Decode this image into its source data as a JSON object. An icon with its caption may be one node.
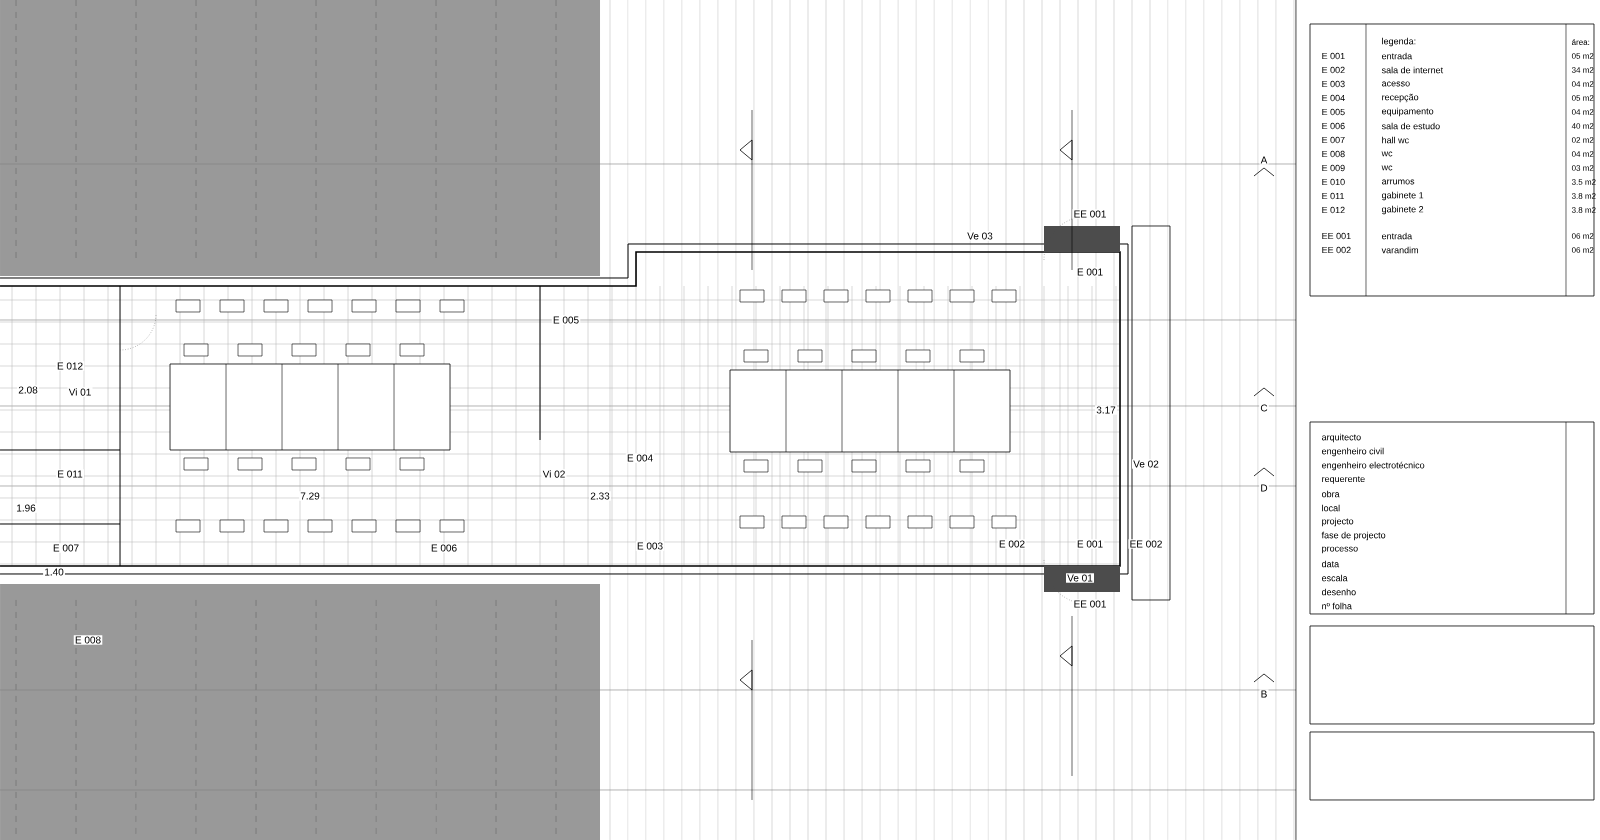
{
  "diagram": {
    "labels": [
      "E 012",
      "2.08",
      "Vi 01",
      "E 011",
      "1.96",
      "E 007",
      "1.40",
      "E 008",
      "E 005",
      "7.29",
      "Vi 02",
      "2.33",
      "E 004",
      "E 006",
      "E 003",
      "Ve 03",
      "EE 001",
      "E 001",
      "3.17",
      "Ve 02",
      "E 002",
      "E 001",
      "EE 002",
      "Ve 01",
      "EE 001",
      "A",
      "C",
      "D",
      "B",
      "legenda:",
      "área:",
      "E 001",
      "entrada",
      "05 m2",
      "E 002",
      "sala de internet",
      "34 m2",
      "E 003",
      "acesso",
      "04 m2",
      "E 004",
      "recepção",
      "05 m2",
      "E 005",
      "equipamento",
      "04 m2",
      "E 006",
      "sala de estudo",
      "40 m2",
      "E 007",
      "hall wc",
      "02 m2",
      "E 008",
      "wc",
      "04 m2",
      "E 009",
      "wc",
      "03 m2",
      "E 010",
      "arrumos",
      "3.5 m2",
      "E 011",
      "gabinete 1",
      "3.8 m2",
      "E 012",
      "gabinete 2",
      "3.8 m2",
      "EE 001",
      "entrada",
      "06 m2",
      "EE 002",
      "varandim",
      "06 m2",
      "arquitecto",
      "engenheiro civil",
      "engenheiro electrotécnico",
      "requerente",
      "obra",
      "local",
      "projecto",
      "fase de projecto",
      "processo",
      "data",
      "escala",
      "desenho",
      "nº folha"
    ]
  }
}
